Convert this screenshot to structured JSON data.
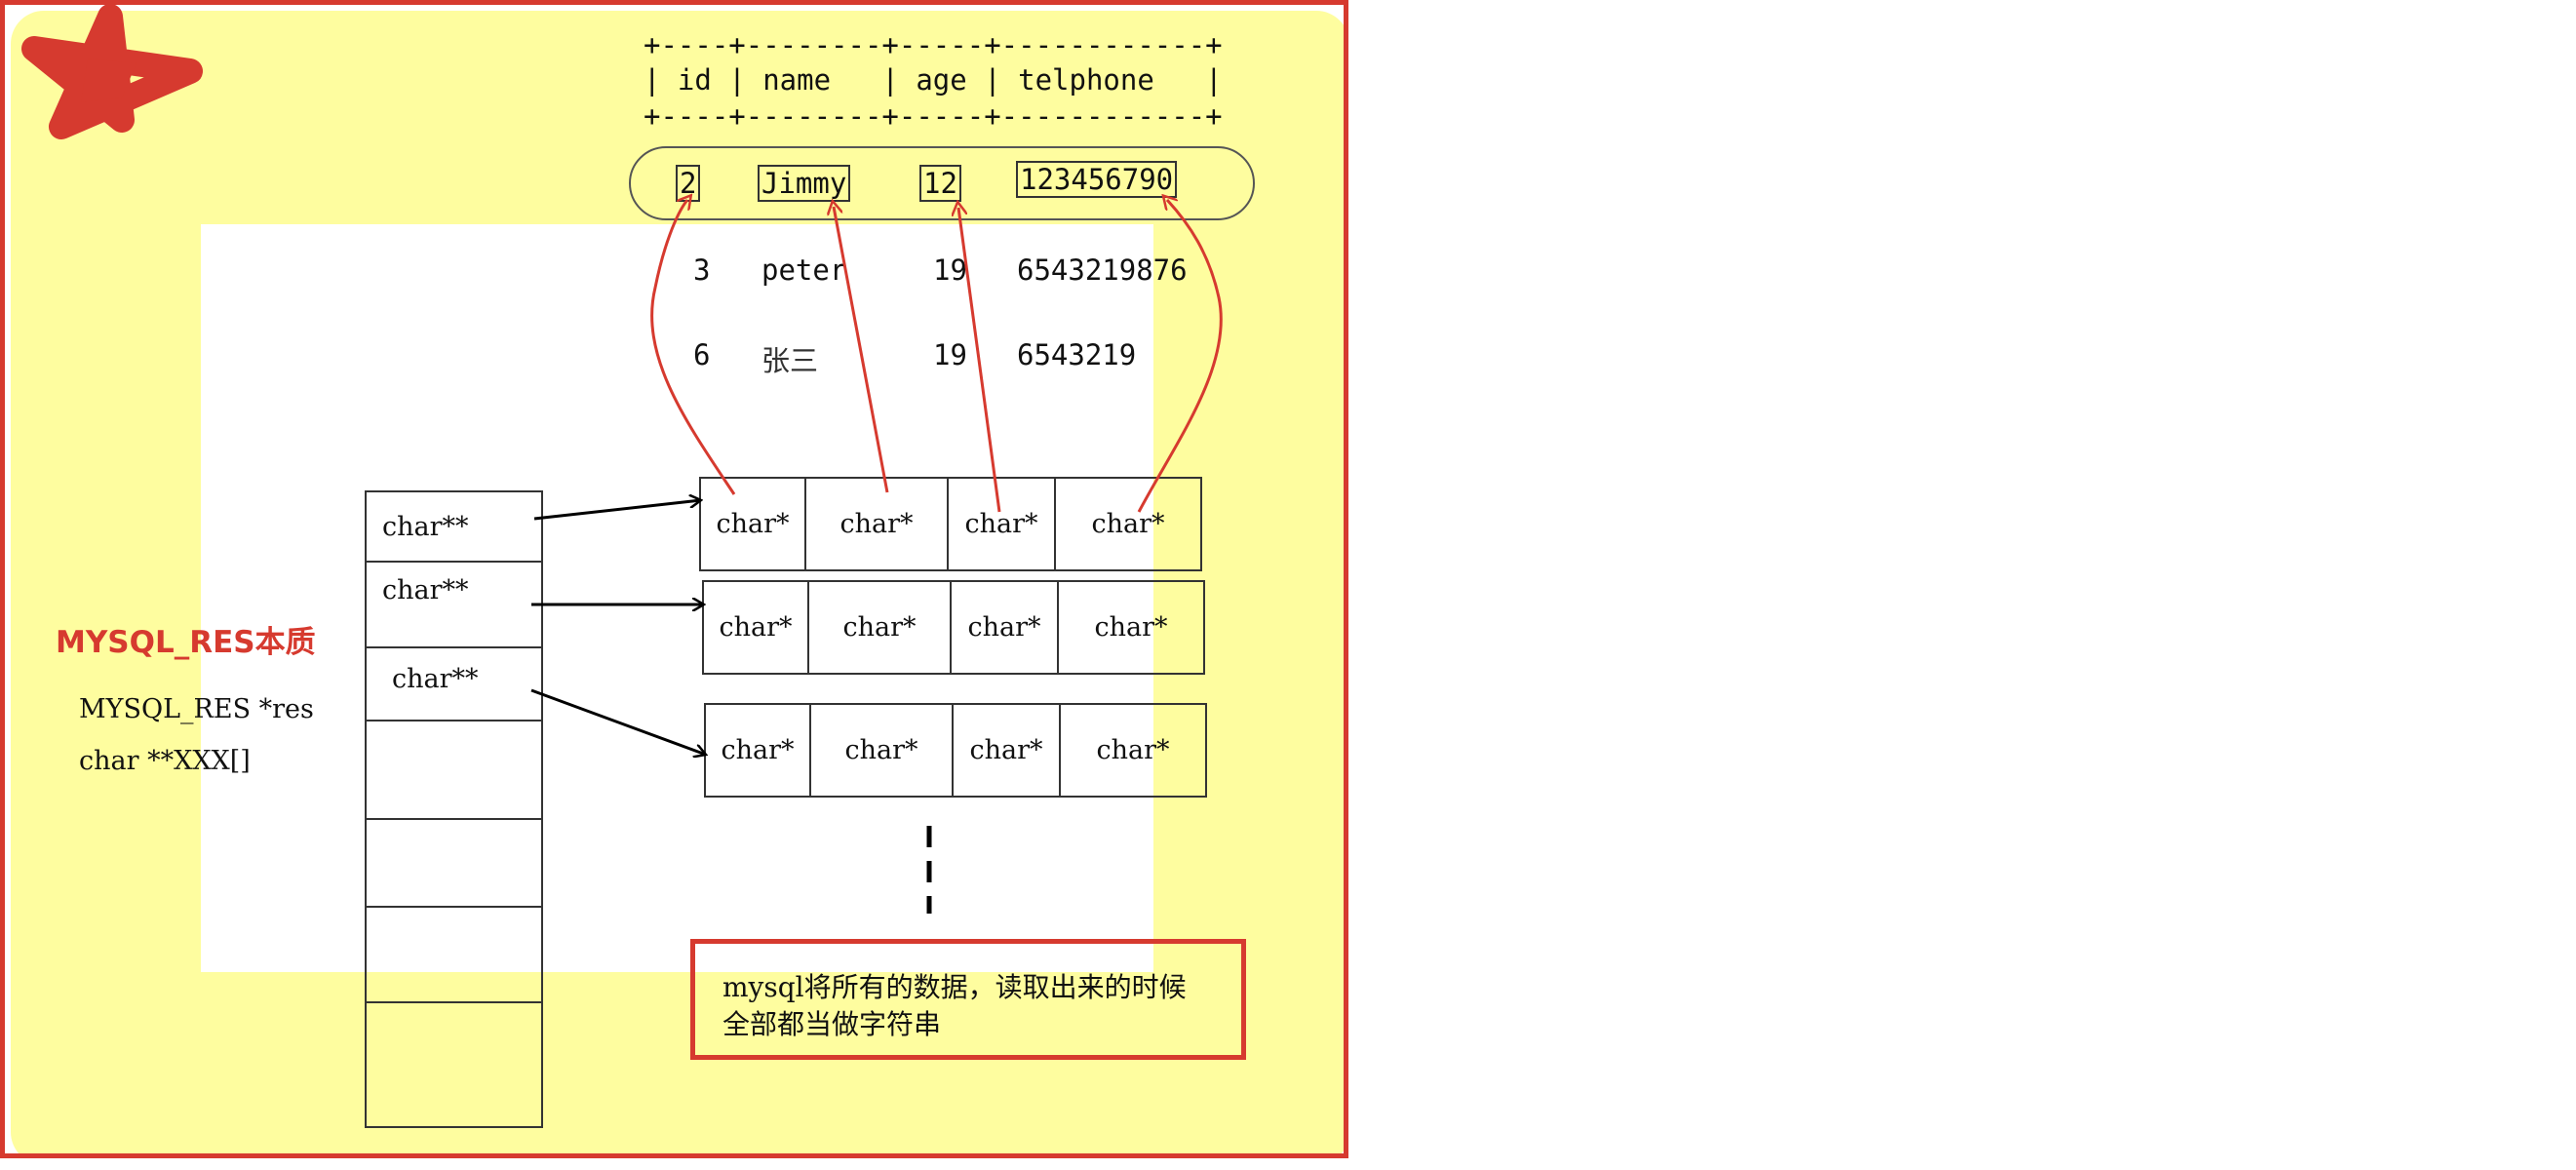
{
  "colors": {
    "accent": "#d63a2f",
    "background": "#fefd9f"
  },
  "table": {
    "border_line": "+----+--------+-----+------------+",
    "header_line": "| id | name   | age | telphone   |",
    "rows": [
      {
        "id": "2",
        "name": "Jimmy",
        "age": "12",
        "telphone": "123456790"
      },
      {
        "id": "3",
        "name": "peter",
        "age": "19",
        "telphone": "6543219876"
      },
      {
        "id": "6",
        "name": "张三",
        "age": "19",
        "telphone": "6543219"
      }
    ]
  },
  "pointer_array": {
    "cells": [
      "char**",
      "char**",
      "char**",
      "",
      "",
      "",
      ""
    ]
  },
  "char_rows": [
    [
      "char*",
      "char*",
      "char*",
      "char*"
    ],
    [
      "char*",
      "char*",
      "char*",
      "char*"
    ],
    [
      "char*",
      "char*",
      "char*",
      "char*"
    ]
  ],
  "label": {
    "title": "MYSQL_RES本质",
    "code_line1": "MYSQL_RES *res",
    "code_line2": "char **XXX[]"
  },
  "note": {
    "line1": "mysql将所有的数据，读取出来的时候",
    "line2": "全部都当做字符串"
  },
  "icons": {
    "logo": "star-logo-icon"
  }
}
